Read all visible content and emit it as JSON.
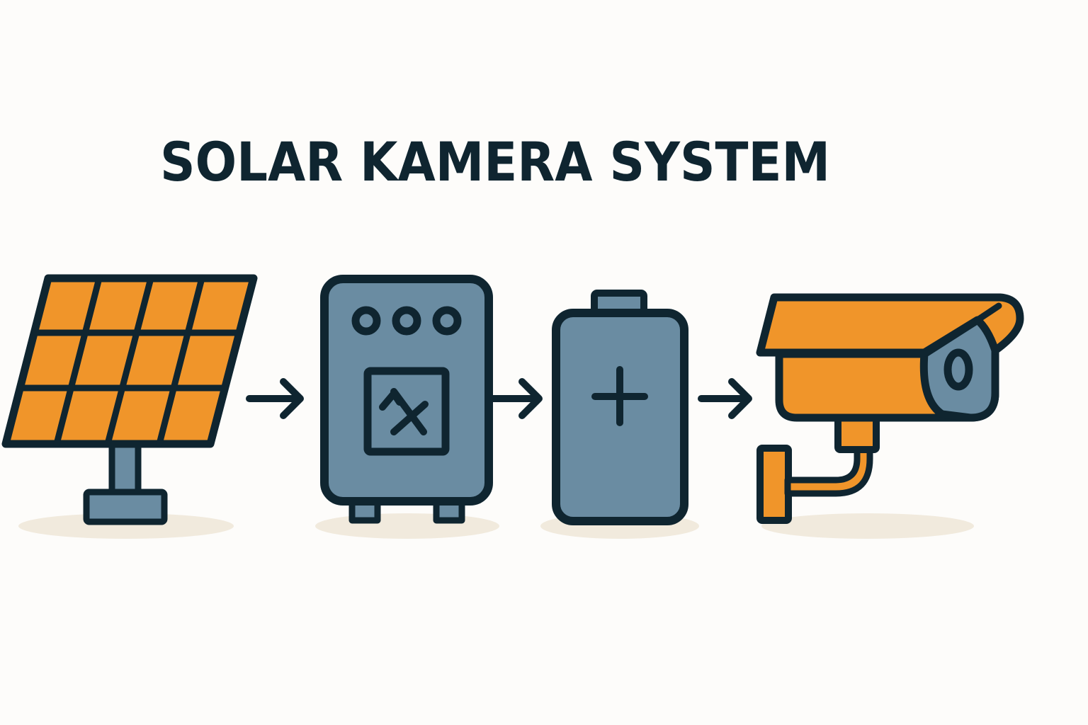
{
  "title": "SOLAR KAMERA SYSTEM",
  "colors": {
    "background": "#FDFCFA",
    "outline": "#0F2530",
    "orange": "#F0952A",
    "steel": "#6A8CA2",
    "shadow": "#F1EADD"
  },
  "components": [
    {
      "name": "solar-panel"
    },
    {
      "name": "charge-controller"
    },
    {
      "name": "battery"
    },
    {
      "name": "security-camera"
    }
  ]
}
